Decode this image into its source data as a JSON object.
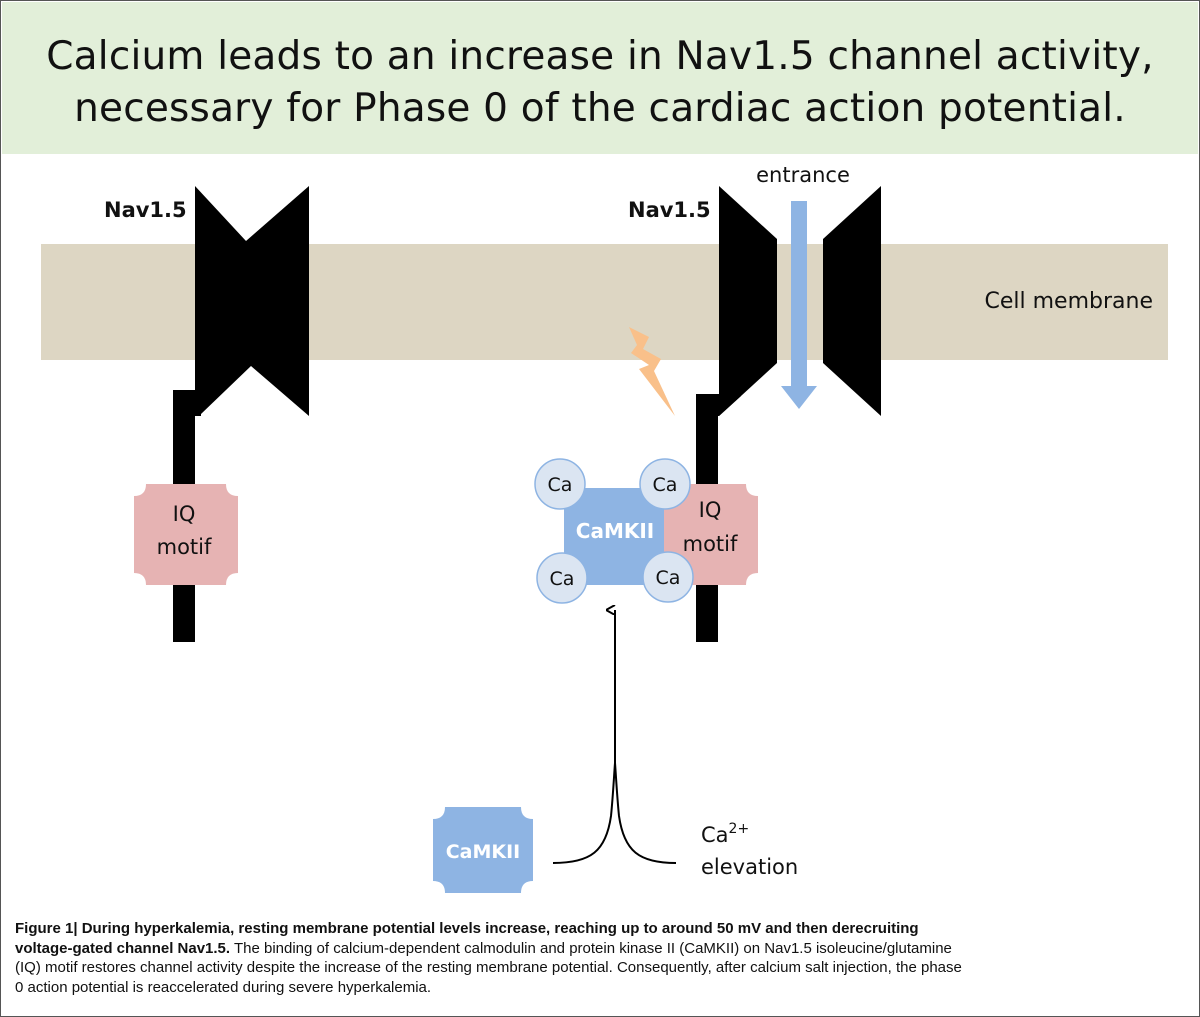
{
  "header": {
    "line1": "Calcium leads to an increase in Nav1.5 channel activity,",
    "line2": "necessary for Phase 0 of the cardiac action potential."
  },
  "diagram": {
    "left_channel_label": "Nav1.5",
    "right_channel_label": "Nav1.5",
    "entrance_label": "entrance",
    "membrane_label": "Cell membrane",
    "iq_motif_left": [
      "IQ",
      "motif"
    ],
    "iq_motif_right": [
      "IQ",
      "motif"
    ],
    "camkii_bound_label": "CaMKII",
    "ca_labels": [
      "Ca",
      "Ca",
      "Ca",
      "Ca"
    ],
    "camkii_free_label": "CaMKII",
    "ca_elevation": {
      "base": "Ca",
      "superscript": "2+",
      "word": "elevation"
    }
  },
  "caption": {
    "bold_line1": "Figure 1| During hyperkalemia, resting membrane potential levels increase, reaching up to around 50 mV and then derecruiting",
    "bold_line2": "voltage-gated channel Nav1.5.",
    "line2_rest": " The binding of calcium-dependent calmodulin and protein kinase II (CaMKII) on Nav1.5 isoleucine/glutamine",
    "line3": "(IQ) motif restores channel activity despite the increase of the resting membrane potential. Consequently, after calcium salt injection, the phase",
    "line4": "0 action potential is reaccelerated during severe hyperkalemia."
  },
  "colors": {
    "header_bg": "#e2efd9",
    "membrane": "#ddd6c3",
    "channel": "#000000",
    "iq_motif": "#e6b3b3",
    "camkii": "#8eb4e3",
    "ca_circle": "#dbe5f2",
    "arrow_entrance": "#8eb4e3",
    "lightning": "#f9c08a"
  }
}
